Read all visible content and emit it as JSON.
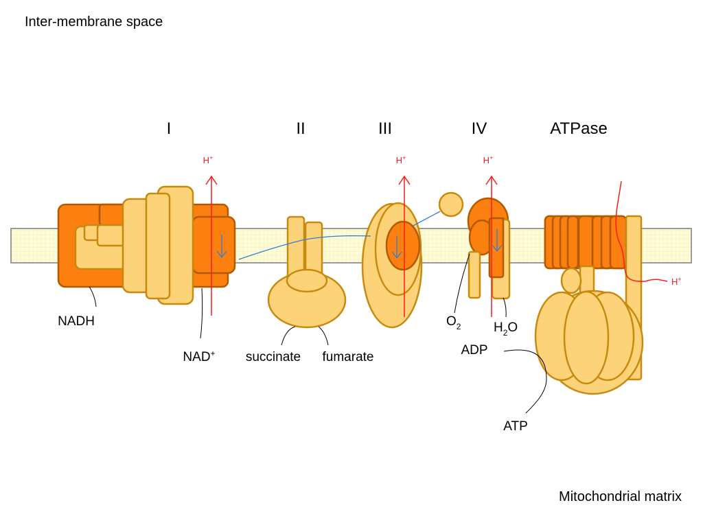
{
  "regions": {
    "intermembrane": "Inter-membrane space",
    "matrix": "Mitochondrial matrix"
  },
  "complexes": {
    "c1": "I",
    "c2": "II",
    "c3": "III",
    "c4": "IV",
    "atpase": "ATPase"
  },
  "proton": {
    "base": "H",
    "charge": "+"
  },
  "metabolites": {
    "nadh": "NADH",
    "nad_base": "NAD",
    "nad_charge": "+",
    "succinate": "succinate",
    "fumarate": "fumarate",
    "o2_base": "O",
    "o2_sub": "2",
    "h2o_h": "H",
    "h2o_sub": "2",
    "h2o_o": "O",
    "adp": "ADP",
    "atp": "ATP"
  },
  "colors": {
    "complex_pale": "#fdd37a",
    "complex_dark": "#fb8010",
    "membrane": "#fffdd8",
    "proton_arrow": "#ff1a1a",
    "electron_path": "#2f7fd6"
  }
}
